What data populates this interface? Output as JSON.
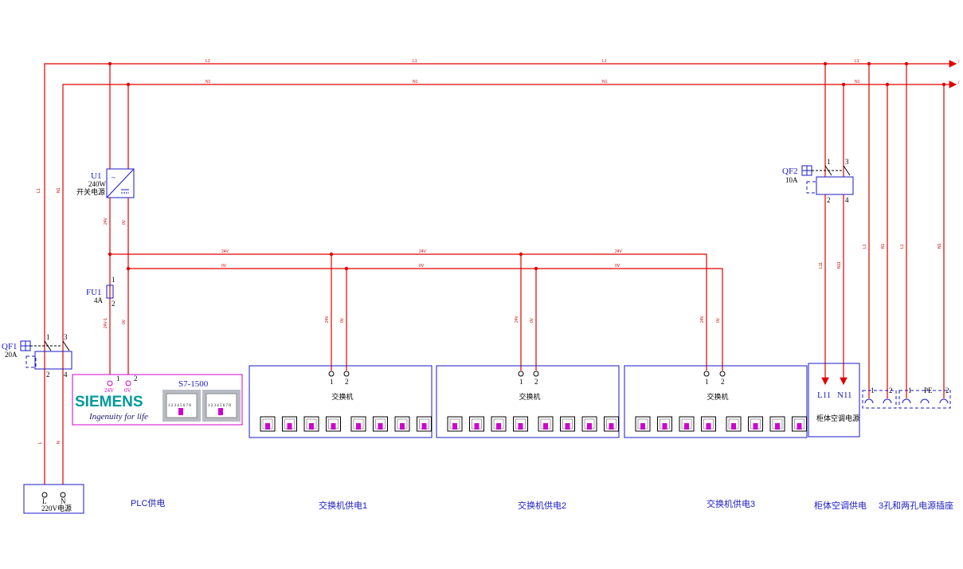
{
  "wires": {
    "l1": "L1",
    "n1": "N1",
    "l": "L",
    "n": "N",
    "v24": "24V",
    "v0": "0V",
    "v24_1": "24V-1",
    "l11": "L11",
    "n11": "N11"
  },
  "qf1": {
    "name": "QF1",
    "rating": "20A",
    "t1": "1",
    "t2": "2",
    "t3": "3",
    "t4": "4"
  },
  "qf2": {
    "name": "QF2",
    "rating": "10A",
    "t1": "1",
    "t2": "2",
    "t3": "3",
    "t4": "4"
  },
  "u1": {
    "name": "U1",
    "power": "240W",
    "desc": "开关电源"
  },
  "fu1": {
    "name": "FU1",
    "rating": "4A",
    "t1": "1",
    "t2": "2"
  },
  "supply": {
    "l": "L",
    "n": "N",
    "label": "220V电源"
  },
  "plc": {
    "brand": "SIEMENS",
    "slogan": "Ingenuity for life",
    "model": "S7-1500",
    "t1": "1",
    "t2": "2",
    "p24": "24V",
    "p0": "0V"
  },
  "switch_label": "交换机",
  "ac": {
    "l": "L11",
    "n": "N11",
    "label": "柜体空调电源"
  },
  "sockets": {
    "t1": "1",
    "t2": "2",
    "pe": "PE"
  },
  "captions": {
    "plc": "PLC供电",
    "sw1": "交换机供电1",
    "sw2": "交换机供电2",
    "sw3": "交换机供电3",
    "ac": "柜体空调供电",
    "sock": "3孔和两孔电源插座"
  },
  "colors": {
    "wire": "#e00000",
    "box": "#1a1ac8",
    "plc_frame": "#d000d0",
    "siemens": "#009999"
  }
}
